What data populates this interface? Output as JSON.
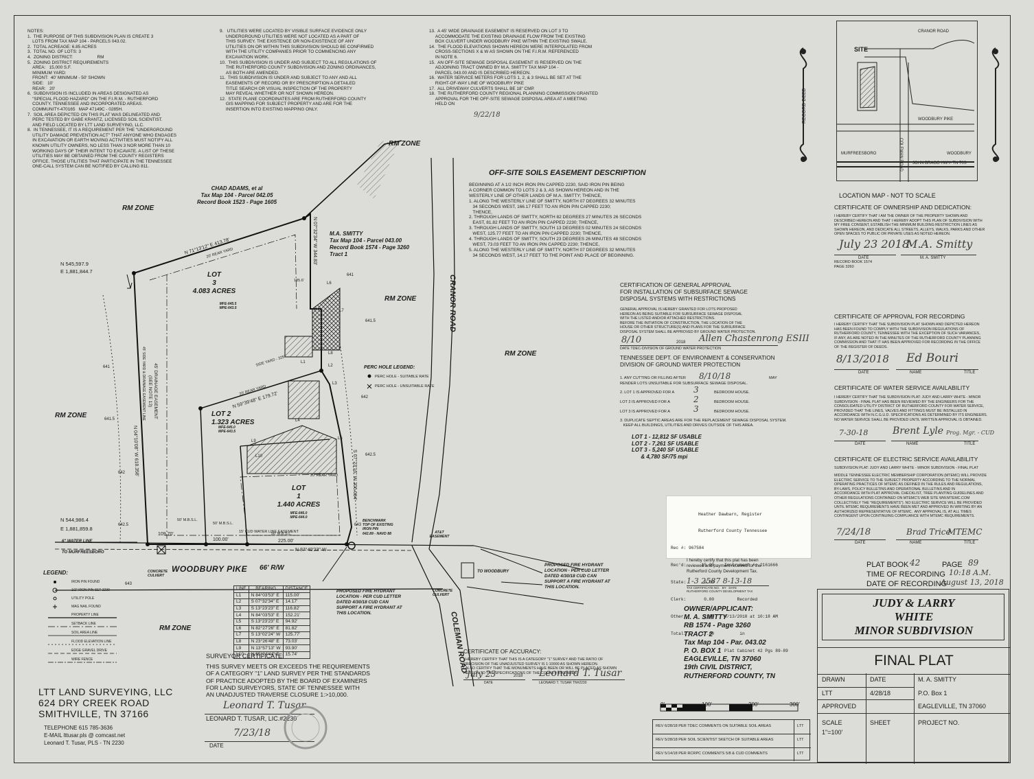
{
  "notes": {
    "col1": "NOTES:\n1.  THE PURPOSE OF THIS SUBDIVISION PLAN IS CREATE 3\n    LOTS FROM TAX MAP 104 - PARCELS 043.02.\n2.  TOTAL ACREAGE: 6.85 ACRES\n3.  TOTAL NO. OF LOTS: 3\n4.  ZONING DISTRICT:                    RM\n5.  ZONING DISTRICT REQUIREMENTS\n    AREA:   15,000 s.f.\n    MINIMUM YARD:\n    FRONT:  40' MINIMUM - 50' SHOWN\n    SIDE:   10'\n    REAR:   20'\n6.  SUBDIVISION IS INCLUDED IN AREAS DESIGNATED AS\n    \"SPECIAL FLOOD HAZARD\" ON THE F.I.R.M. - RUTHERFORD\n    COUNTY, TENNESSEE AND INCORPORATED AREAS.\n    COMMUNITY-470165   MAP 47149C - 0285H.\n7.  SOIL AREA DEPICTED ON THIS PLAT WAS DELINEATED AND\n    PERC TESTED BY GABE KRANTZ, LICENSED SOIL SCIENTIST.\n    AND FIELD LOCATED BY LTT LAND SURVEYING, LLC.\n8.  IN TENNESSEE, IT IS A REQUIREMENT PER THE \"UNDERGROUND\n    UTILITY DAMAGE PREVENTION ACT\" THAT ANYONE WHO ENGAGES\n    IN EXCAVATION OR EARTH MOVING ACTIVITIES MUST NOTIFY ALL\n    KNOWN UTILITY OWNERS, NO LESS THAN 3 NOR MORE THAN 10\n    WORKING DAYS OF THEIR INTENT TO EXCAVATE. A LIST OF THESE\n    UTILITIES MAY BE OBTAINED FROM THE COUNTY REGISTERS\n    OFFICE. THOSE UTILITIES THAT PARTICIPATE IN THE TENNESSEE\n    ONE-CALL SYSTEM CAN BE NOTIFIED BY CALLING 811.",
    "col2": "9.   UTILITIES WERE LOCATED BY VISIBLE SURFACE EVIDENCE ONLY\n     UNDERGROUND UTILITIES WERE NOT LOCATED AS A PART OF\n     THIS SURVEY. THE EXISTENCE OR NON-EXISTENCE OF ANY\n     UTILITIES ON OR WITHIN THIS SUBDIVISION SHOULD BE CONFIRMED\n     WITH THE UTILITY COMPANIES PRIOR TO COMMENCING ANY\n     EXCAVATION WORK.\n10.  THIS SUBDIVISION IS UNDER AND SUBJECT TO ALL REGULATIONS OF\n     THE RUTHERFORD COUNTY SUBDIVISION AND ZONING ORDINANCES,\n     AS BOTH ARE AMENDED.\n11.  THIS SUBDIVISION IS UNDER AND SUBJECT TO ANY AND ALL\n     EASEMENTS OF RECORD OR BY PRESCRIPTION A DETAILED\n     TITLE SEARCH OR VISUAL INSPECTION OF THE PROPERTY\n     MAY REVEAL WHETHER OR NOT SHOWN HEREON.\n12.  STATE PLANE COORDINATES ARE FROM RUTHERFORD COUNTY\n     GIS MAPPING FOR SUBJECT PROPERTY AND ARE FOR THE\n     INSERTION INTO EXISTING MAPPING ONLY.",
    "col3": "13.  A 45' WIDE DRAINAGE EASEMENT IS RESERVED ON LOT 3 TO\n     ACCOMMODATE THE EXISTING DRAINAGE FLOW FROM THE EXISTING\n     BOX CULVERT UNDER WOODBURY PIKE WITHIN THE EXISTING SWALE.\n14.  THE FLOOD ELEVATIONS SHOWN HEREON WERE INTERPOLATED FROM\n     CROSS-SECTIONS X & W AS SHOWN ON THE F.I.R.M. REFERENCED\n     IN NOTE 6.\n15.  AN OFF-SITE SEWAGE DISPOSAL EASEMENT IS RESERVED ON THE\n     ADJOINING TRACT OWNED BY M.A. SMITTY TAX MAP 104 -\n     PARCEL 043.00 AND IS DESCRIBED HEREON.\n16.  WATER SERVICE METERS FOR LOTS 1, 2, & 3 SHALL BE SET AT THE\n     RIGHT-OF-WAY LINE OF WOODBURY PIKE\n17.  ALL DRIVEWAY CULVERTS SHALL BE 18\" CMP.\n18.  THE RUTHERFORD COUNTY REGIONAL PLANNING COMMISSION GRANTED\n     APPROVAL FOR THE OFF-SITE SEWAGE DISPOSAL AREA AT A MEETING\n     HELD ON"
  },
  "meeting_date": "9/22/18",
  "record_deed": "RECORD DEED",
  "location_map": {
    "site": "SITE",
    "cranor_road": "CRANOR ROAD",
    "woodbury_pike": "WOODBURY PIKE",
    "coleman_road": "COLEMAN ROAD",
    "murfreesboro": "MURFREESBORO",
    "woodbury": "WOODBURY",
    "john_bragg": "JOHN BRAGG HWY- TN 70S",
    "caption": "LOCATION MAP - NOT TO SCALE"
  },
  "cert_ownership": {
    "title": "CERTIFICATE OF OWNERSHIP AND DEDICATION:",
    "body": "I HEREBY CERTIFY THAT I AM THE OWNER OF THE PROPERTY SHOWN AND\nDESCRIBED HEREON AND THAT I HEREBY ADOPT THIS PLAN OF SUBDIVISION WITH\nMY FREE CONSENT, ESTABLISH THE MINIMUM BUILDING RESTRICTION LINES AS\nSHOWN HEREON, AND DEDICATE ALL STREETS, ALLEYS, WALKS, PARKS AND OTHER\nOPEN SPACES TO PUBLIC OR PRIVATE USES AS NOTED HEREON.",
    "date_sig": "July 23 2018",
    "name_sig": "M.A. Smitty",
    "date_label": "DATE",
    "name_label": "M. A. SMITTY",
    "record_book": "RECORD BOOK 1574\nPAGE 3260"
  },
  "cert_approval": {
    "title": "CERTIFICATE OF APPROVAL FOR RECORDING",
    "body": "I HEREBY CERTIFY THAT THE SUBDIVISION PLAT SHOWN AND DEPICTED HEREON\nHAS BEEN FOUND TO COMPLY WITH THE SUBDIVISION REGULATIONS OF\nRUTHERFORD COUNTY, TENNESSEE WITH THE EXCEPTION OF SUCH VARIANCES,\nIF ANY, AS ARE NOTED IN THE MINUTES OF THE RUTHERFORD COUNTY PLANNING\nCOMMISSION AND THAT IT HAS BEEN APPROVED FOR RECORDING IN THE OFFICE\nOF THE REGISTER OF DEEDS.",
    "date_sig": "8/13/2018",
    "name_sig": "Ed Bouri",
    "date_label": "DATE",
    "name_label": "NAME",
    "title_label": "TITLE"
  },
  "cert_water": {
    "title": "CERTIFICATE OF WATER SERVICE AVAILABILITY",
    "body": "I HEREBY CERTIFY THAT THE SUBDIVISION PLAT: JUDY AND LARRY WHITE - MINOR\nSUBDIVISION - FINAL PLAT HAS BEEN REVIEWED BY THE ENGINEERS FOR THE\nCONSOLIDATED UTILITY DISTRICT OF RUTHERFORD COUNTY FOR WATER SERVICE,\nPROVIDED THAT THE LINES, VALVES AND FITTINGS MUST BE INSTALLED IN\nACCORDANCE WITH N.C.G.U.D. SPECIFICATIONS AS DETERMINED BY ITS ENGINEERS.\nNO WATER SERVICE SHALL BE PROVIDED UNTIL WRITTEN APPROVAL IS OBTAINED.",
    "date_sig": "7-30-18",
    "name_sig": "Brent Lyle",
    "title_sig": "Prog. Mgr. - CUD",
    "date_label": "DATE",
    "name_label": "NAME",
    "title_label": "TITLE"
  },
  "cert_electric": {
    "title": "CERTIFICATE OF ELECTRIC SERVICE AVAILABILITY",
    "subtitle": "SUBDIVISION PLAT: JUDY AND LARRY WHITE - MINOR SUBDIVISION - FINAL PLAT",
    "body": "MIDDLE TENNESSEE ELECTRIC MEMBERSHIP CORPORATION (MTEMC) WILL PROVIDE\nELECTRIC SERVICE TO THE SUBJECT PROPERTY ACCORDING TO THE NORMAL\nOPERATING PRACTICES OF MTEMC AS DEFINED IN THE RULES AND REGULATIONS,\nBY-LAWS, POLICY BULLETINS AND OPERATIONAL BULLETINS AND IN\nACCORDANCE WITH PLAT APPROVAL CHECKLIST, TREE PLANTING GUIDELINES AND\nOTHER REGULATIONS CONTAINED ON MTEMC'S WEB SITE ww.mtemc.com\nCOLLECTIVELY THE \"REQUIREMENTS\"). NO ELECTRIC SERVICE WILL BE PROVIDED\nUNTIL MTEMC REQUIREMENTS HAVE BEEN MET AND APPROVED IN WRITING BY AN\nAUTHORIZED REPRESENTATIVE OF MTEMC.  ANY APPROVAL IS, AT ALL TIMES\nCONTINGENT UPON CONTINUING COMPLIANCE WITH MTEMC REQUIREMENTS.",
    "date_sig": "7/24/18",
    "name_sig": "Brad Trice",
    "title_sig": "MTEMC",
    "date_label": "DATE",
    "name_label": "NAME",
    "title_label": "TITLE"
  },
  "plat_record": {
    "plat_book_label": "PLAT BOOK",
    "plat_book": "42",
    "page_label": "PAGE",
    "page": "89",
    "time_label": "TIME OF RECORDING",
    "time": "10:18 A.M.",
    "date_label": "DATE OF RECORDING",
    "date": "August 13, 2018"
  },
  "title_block": {
    "line1": "JUDY & LARRY",
    "line2": "WHITE",
    "line3": "MINOR SUBDIVISION",
    "final_plat": "FINAL PLAT",
    "drawn_label": "DRAWN",
    "drawn": "LTT",
    "date_label": "DATE",
    "date": "4/28/18",
    "approved_label": "APPROVED",
    "owner": "M. A. SMITTY",
    "owner_addr1": "P.O. Box 1",
    "owner_addr2": "EAGLEVILLE, TN 37060",
    "scale_label": "SCALE",
    "scale": "1\"=100'",
    "sheet_label": "SHEET",
    "project_label": "PROJECT NO."
  },
  "revisions": [
    {
      "text": "REV 6/28/18  PER TDEC COMMENTS ON SUITABLE SOIL AREAS",
      "by": "LTT"
    },
    {
      "text": "REV 5/28/18  PER SOIL SCIENTIST SKETCH OF SUITABLE AREAS",
      "by": "LTT"
    },
    {
      "text": "REV 5/14/18  PER RCRPC COMMENTS 5/8 & CUD COMMENTS",
      "by": "LTT"
    }
  ],
  "scale_bar": [
    "0'",
    "100'",
    "200'",
    "300'"
  ],
  "owner_block": {
    "heading": "OWNER/APPLICANT:",
    "lines": [
      "M. A. SMITTY",
      "RB 1574 - Page 3260",
      "TRACT 2",
      "Tax Map 104 - Par. 043.02",
      "P. O. BOX 1",
      "EAGLEVILLE, TN 37060",
      "19th CIVIL DISTRICT,",
      "RUTHERFORD COUNTY, TN"
    ]
  },
  "register": {
    "lines": [
      "Heather Dawbarn, Register",
      "Rutherford County Tennessee",
      "Rec #: 967584",
      "Rec'd:      15.00    Instrument #: 2161666",
      "State:       0.00",
      "Clerk:       0.00         Recorded",
      "Other:       2.00    8/13/2018 at 10:18 AM",
      "Total:      17.00          in",
      "                     Plat Cabinet 42 Pgs 89-89"
    ]
  },
  "tax_cert": {
    "body": "I hereby certify that this plat has been\nreviewed and payment received for the\nRutherford County Development Tax.",
    "number": "1-3   2587  8-13-18",
    "caption": "TAX CERTIFICATE NO.   BY   DATE\nRUTHERFORD COUNTY DEVELOPMENT TAX"
  },
  "tdec": {
    "cert_title": "CERTIFICATION OF GENERAL APPROVAL\nFOR INSTALLATION OF SUBSURFACE SEWAGE\nDISPOSAL SYSTEMS WITH RESTRICTIONS",
    "cert_body": "GENERAL APPROVAL IS HEREBY GRANTED FOR LOTS PROPOSED\nHEREON AS BEING SUITABLE FOR SUBSURFACE SEWAGE DISPOSAL\nWITH THE LISTED AND/OR ATTACHED RESTRICTIONS.\nBEFORE THE INITIATION OF CONSTRUCTION, THE LOCATION OF THE\nHOUSE OR OTHER STRUCTURE(S) AND PLANS FOR THE SUBSURFACE\nDISPOSAL SYSTEM SHALL BE APPROVED BY GROUND WATER PROTECTION.",
    "date_sig": "8/10",
    "year": "2018",
    "name_sig": "Allen Chastenrong ESIII",
    "sig_caption": "DATE          TDEC-DIVISION OF GROUND WATER PROTECTION",
    "dept": "TENNESSEE DEPT. OF ENVIRONMENT & CONSERVATION\nDIVISION OF GROUND WATER PROTECTION",
    "item1a": "1. ANY CUTTING OR FILLING AFTER",
    "item1_date": "8/10/18",
    "item1b": "MAY",
    "item1c": "   RENDER LOTS UNSUITABLE FOR SUBSURFACE SEWAGE DISPOSAL.",
    "item2": "2. LOT 1 IS APPROVED FOR A",
    "item2_n": "3",
    "lot2": "   LOT 2 IS APPROVED FOR A",
    "lot2_n": "2",
    "lot3": "   LOT 3 IS APPROVED FOR A",
    "lot3_n": "3",
    "bedroom": "BEDROOM HOUSE.",
    "item3": "3. DUPLICATE SEPTIC AREAS ARE FOR THE REPLACEMENT SEWAGE DISPOSAL SYSTEM.\n   KEEP ALL BUILDINGS, UTILITIES AND DRIVES OUTSIDE OF THIS AREA.",
    "usable": "LOT 1 - 12,812 SF USABLE\nLOT 2 - 7,261 SF USABLE\nLOT 3 - 5,240 SF USABLE\n      & 4,780 SF/75 mpi"
  },
  "offsite": {
    "title": "OFF-SITE SOILS EASEMENT DESCRIPTION",
    "body": "BEGINNING AT A 1/2 INCH IRON PIN CAPPED 2230, SAID IRON PIN BEING\nA CORNER COMMON TO LOTS 2 & 3, AS SHOWN HEREON AND IN THE\nWESTERLY LINE OF OTHER LANDS OF M.A. SMITTY; THENCE,\n1. ALONG THE WESTERLY LINE OF SMITTY, NORTH 07 DEGREES 32 MINUTES\n   34 SECONDS WEST, 166.17 FEET TO AN IRON PIN CAPPED 2230;\n   THENCE,\n2. THROUGH LANDS OF SMITTY, NORTH 82 DEGREES 27 MINUTES 26 SECONDS\n   EAST, 81.82 FEET TO AN IRON PIN CAPPED 2230; THENCE,\n3. THROUGH LANDS OF SMITTY, SOUTH 13 DEGREES 02 MINUTES 24 SECONDS\n   WEST, 125.77 FEET TO AN IRON PIN CAPPED 2230; THENCE,\n4. THROUGH LANDS OF SMITTY, SOUTH 23 DEGREES 26 MINUTES 48 SECONDS\n   WEST, 73.03 FEET TO AN IRON PIN CAPPED 2230; THENCE,\n5. ALONG THE WESTERLY LINE OF SMITTY, NORTH 07 DEGREES 32 MINUTES\n   34 SECONDS WEST, 14.17 FEET TO THE POINT AND PLACE OF BEGINNING."
  },
  "plan": {
    "rm_zone": "RM ZONE",
    "chad_adams": "CHAD ADAMS, et al\nTax Map 104 - Parcel 042.05\nRecord Book 1523 - Page 1605",
    "smitty_tract": "M.A. SMITTY\nTax Map 104 - Parcel 043.00\nRecord Book 1574 - Page 3260\nTract 1",
    "lot3": "LOT\n3\n4.083 ACRES",
    "lot2": "LOT 2\n1.323 ACRES",
    "lot1": "LOT\n1\n1.440 ACRES",
    "mfe3": "MFE-645.5\nMPE-643.5",
    "mfe2": "MFE-645.0\nMPE-643.5",
    "mfe1": "MFE-646.0\nMPE-644.0",
    "coord_nw_n": "N 545,597.9",
    "coord_nw_e": "E 1,881,844.7",
    "coord_sw_n": "N 544,986.4",
    "coord_sw_e": "E 1,881,859.8",
    "brg_north": "N 71°13'12\" E  413.78'",
    "brg_east": "N 07°32'34\" W  344.83'",
    "brg_west": "N 04°10'08\" W  618.358'",
    "brg_south": "N 87°40'23\" W",
    "brg_lot1e": "S 07°23'16\" W  206.084'",
    "brg_int": "N 59°39'48\" E  179.72'",
    "dist_109": "109.70'",
    "dist_100": "100.00'",
    "dist_225": "225.00'",
    "dist_185": "185.6'",
    "woodbury_pike": "WOODBURY PIKE",
    "row": "66' R/W",
    "cranor_road": "CRANOR ROAD",
    "coleman_road": "COLEMAN ROAD",
    "to_murfreesboro": "TO MURFREESBORO",
    "to_woodbury": "TO WOODBURY",
    "water_line": "6\" WATER LINE",
    "cud_easement": "15' CUD WATER LINE EASEMENT",
    "msbl": "50' M.B.S.L.",
    "rear_yard": "20' REAR YARD",
    "side_yard": "SIDE YARD - 325'",
    "drainage": "45' DRAINAGE EASEMENT\n(SEE NOTE 13)",
    "side_drain": "45' SIDE YARD & DRAINAGE EASEMENT LINE",
    "benchmark": "BENCHMARK\nTOP OF EXISTING\nIRON PIN\n642.89 - NAVD 88",
    "att": "AT&T\nEASEMENT",
    "culvert": "CONCRETE\nCULVERT",
    "hydrant1": "PROPOSED FIRE HYDRANT\nLOCATION - PER CUD LETTER\nDATED 4/30/18 CUD CAN\nSUPPORT A FIRE HYDRANT AT\nTHIS LOCATION.",
    "hydrant2": "PROPOSED FIRE HYDRANT\nLOCATION - PER CUD LETTER\nDATED 4/30/18 CUD CAN\nSUPPORT A FIRE HYDRANT AT\nTHIS LOCATION.",
    "contours": [
      "641",
      "641.5",
      "642",
      "642.5",
      "643"
    ],
    "perc_legend": "PERC HOLE LEGEND:",
    "perc_ok": "PERC HOLE - SUITABLE RATE",
    "perc_bad": "PERC HOLE - UNSUITABLE RATE",
    "labels_l": [
      "L1",
      "L2",
      "L3",
      "L4",
      "L5",
      "L6",
      "L7",
      "L8",
      "L9",
      "L10"
    ]
  },
  "legend": {
    "title": "LEGEND:",
    "items": [
      "IRON PIN FOUND",
      "1/2\" IRON PIN SET 2230",
      "UTILITY POLE",
      "MAG NAIL FOUND",
      "PROPERTY LINE",
      "SETBACK LINE",
      "SOIL AREA LINE",
      "FLOOD ELEVATION LINE",
      "EDGE GRAVEL DRIVE",
      "WIRE FENCE"
    ]
  },
  "line_table": {
    "headers": [
      "LINE",
      "BEARING",
      "DISTANCE"
    ],
    "rows": [
      [
        "L1",
        "N 84°03'53\" E",
        "115.00'"
      ],
      [
        "L2",
        "S 07°32'34\" E",
        "14.17'"
      ],
      [
        "L3",
        "S 13°23'23\" E",
        "116.82'"
      ],
      [
        "L4",
        "N 84°03'53\" E",
        "152.21'"
      ],
      [
        "L5",
        "S 13°23'23\" E",
        "94.92'"
      ],
      [
        "L6",
        "N 82°27'26\" E",
        "81.82'"
      ],
      [
        "L7",
        "S 13°02'24\" W",
        "125.77'"
      ],
      [
        "L8",
        "N 23°26'48\" E",
        "73.03'"
      ],
      [
        "L9",
        "N 13°57'13\" W",
        "93.90'"
      ],
      [
        "L10",
        "N 55°24'44\" E",
        "15.74'"
      ]
    ]
  },
  "surveyor": {
    "title": "SURVEYOR CERTIFICATE:",
    "body": "THIS SURVEY MEETS OR EXCEEDS THE REQUIREMENTS\nOF A CATEGORY \"1\" LAND SURVEY PER THE STANDARDS\nOF PRACTICE ADOPTED BY THE BOARD OF EXAMINERS\nFOR LAND SURVEYORS, STATE OF TENNESSEE WITH\nAN UNADJUSTED TRAVERSE CLOSURE 1:>10,000.",
    "sig": "Leonard T. Tusar",
    "name": "LEONARD T. TUSAR, LIC.#2230",
    "date_sig": "7/23/18",
    "date_label": "DATE"
  },
  "accuracy": {
    "title": "CERTIFICATE OF ACCURACY:",
    "body": "I HEREBY CERTIFY THAT THIS IS A CATEGORY \"1\" SURVEY AND THE RATIO OF\nPRECISION OF THE UNADJUSTED SURVEY IS 1:10000 AS SHOWN HEREON.\nI ALSO CERTIFY THAT THE MONUMENTS HAVE BEEN OR WILL BE PLACED AS SHOWN\nHEREON TO THE SPECIFICATIONS OF THE COUNTY ENGINEER.",
    "date_sig": "July 23",
    "year": "2018",
    "sig": "Leonard T. Tusar",
    "date_label": "DATE",
    "name_label": "LEONARD T. TUSAR       TN#2230"
  },
  "company": {
    "name": "LTT LAND SURVEYING, LLC",
    "addr1": "624 DRY CREEK ROAD",
    "addr2": "SMITHVILLE, TN 37166",
    "phone": "TELEPHONE 615 785-3636",
    "email": "E-MAIL  lttusar.pls @ comcast.net",
    "pls": "Leonard T. Tusar, PLS - TN 2230"
  }
}
